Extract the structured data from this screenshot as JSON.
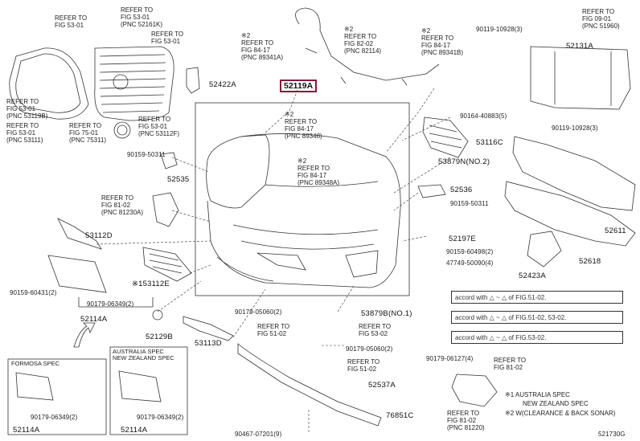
{
  "parts": [
    {
      "id": "p52119A",
      "label": "52119A"
    },
    {
      "id": "p52422A",
      "label": "52422A"
    },
    {
      "id": "p52535",
      "label": "52535"
    },
    {
      "id": "p53112D",
      "label": "53112D"
    },
    {
      "id": "p53112E",
      "label": "※153112E"
    },
    {
      "id": "p52114A",
      "label": "52114A"
    },
    {
      "id": "p52129B",
      "label": "52129B"
    },
    {
      "id": "p53113D",
      "label": "53113D"
    },
    {
      "id": "p52131A",
      "label": "52131A"
    },
    {
      "id": "p53116C",
      "label": "53116C"
    },
    {
      "id": "p53879N",
      "label": "53879N(NO.2)"
    },
    {
      "id": "p52536",
      "label": "52536"
    },
    {
      "id": "p52197E",
      "label": "52197E"
    },
    {
      "id": "p52611",
      "label": "52611"
    },
    {
      "id": "p52618",
      "label": "52618"
    },
    {
      "id": "p52423A",
      "label": "52423A"
    },
    {
      "id": "p53879B",
      "label": "53879B(NO.1)"
    },
    {
      "id": "p52537A",
      "label": "52537A"
    },
    {
      "id": "p76851C",
      "label": "76851C"
    },
    {
      "id": "p52114A_b1",
      "label": "52114A"
    },
    {
      "id": "p52114A_b2",
      "label": "52114A"
    }
  ],
  "fasteners": [
    {
      "id": "f90159_50311_a",
      "label": "90159-50311"
    },
    {
      "id": "f90159_60431",
      "label": "90159-60431(2)"
    },
    {
      "id": "f90179_06349_a",
      "label": "90179-06349(2)"
    },
    {
      "id": "f90119_10928_top",
      "label": "90119-10928(3)"
    },
    {
      "id": "f90119_10928_bot",
      "label": "90119-10928(3)"
    },
    {
      "id": "f90164_40883",
      "label": "90164-40883(5)"
    },
    {
      "id": "f90159_50311_b",
      "label": "90159-50311"
    },
    {
      "id": "f90159_60498",
      "label": "90159-60498(2)"
    },
    {
      "id": "f47749_50090",
      "label": "47749-50090(4)"
    },
    {
      "id": "f90179_05060_a",
      "label": "90179-05060(2)"
    },
    {
      "id": "f90179_05060_b",
      "label": "90179-05060(2)"
    },
    {
      "id": "f90179_06127",
      "label": "90179-06127(4)"
    },
    {
      "id": "f90467_07201",
      "label": "90467-07201(9)"
    },
    {
      "id": "f90179_06349_b1",
      "label": "90179-06349(2)"
    },
    {
      "id": "f90179_06349_b2",
      "label": "90179-06349(2)"
    }
  ],
  "references": [
    {
      "id": "r1",
      "text": "REFER TO\nFIG 53-01\n(PNC 53119B)"
    },
    {
      "id": "r2",
      "text": "REFER TO\nFIG 53-01"
    },
    {
      "id": "r3",
      "text": "REFER TO\nFIG 53-01\n(PNC 52161K)"
    },
    {
      "id": "r4",
      "text": "REFER TO\nFIG 53-01"
    },
    {
      "id": "r5",
      "text": "REFER TO\nFIG 53-01\n(PNC 53111)"
    },
    {
      "id": "r6",
      "text": "REFER TO\nFIG 75-01\n(PNC 75311)"
    },
    {
      "id": "r7",
      "text": "REFER TO\nFIG 53-01\n(PNC 53112F)"
    },
    {
      "id": "r8",
      "text": "※2\nREFER TO\nFIG 84-17\n(PNC 89341A)"
    },
    {
      "id": "r9",
      "text": "※2\nREFER TO\nFIG 82-02\n(PNC 82114)"
    },
    {
      "id": "r10",
      "text": "※2\nREFER TO\nFIG 84-17\n(PNC 89341B)"
    },
    {
      "id": "r11",
      "text": "REFER TO\nFIG 09-01\n(PNC 51960)"
    },
    {
      "id": "r12",
      "text": "※2\nREFER TO\nFIG 84-17\n(PNC 89348)"
    },
    {
      "id": "r13",
      "text": "※2\nREFER TO\nFIG 84-17\n(PNC 89348A)"
    },
    {
      "id": "r14",
      "text": "REFER TO\nFIG 81-02\n(PNC 81230A)"
    },
    {
      "id": "r15",
      "text": "REFER TO\nFIG 51-02"
    },
    {
      "id": "r16",
      "text": "REFER TO\nFIG 53-02"
    },
    {
      "id": "r17",
      "text": "REFER TO\nFIG 51-02"
    },
    {
      "id": "r18",
      "text": "REFER TO\nFIG 81-02"
    },
    {
      "id": "r19",
      "text": "REFER TO\nFIG 81-02\n(PNC 81220)"
    }
  ],
  "legend": [
    {
      "id": "lg1",
      "text": "accord with △ ~ △ of FIG.51-02."
    },
    {
      "id": "lg2",
      "text": "accord with △ ~ △ of FIG.51-02, 53-02."
    },
    {
      "id": "lg3",
      "text": "accord with △ ~ △ of FIG.53-02."
    }
  ],
  "notes": {
    "n1": "※1 AUSTRALIA SPEC",
    "n1b": "NEW ZEALAND SPEC",
    "n2": "※2 W(CLEARANCE & BACK SONAR)"
  },
  "boxes": {
    "formosa": "FORMOSA SPEC",
    "aus": "AUSTRALIA SPEC\nNEW ZEALAND SPEC"
  },
  "figure_id": "521730G",
  "colors": {
    "highlight": "#8b1538",
    "line": "#333333"
  }
}
